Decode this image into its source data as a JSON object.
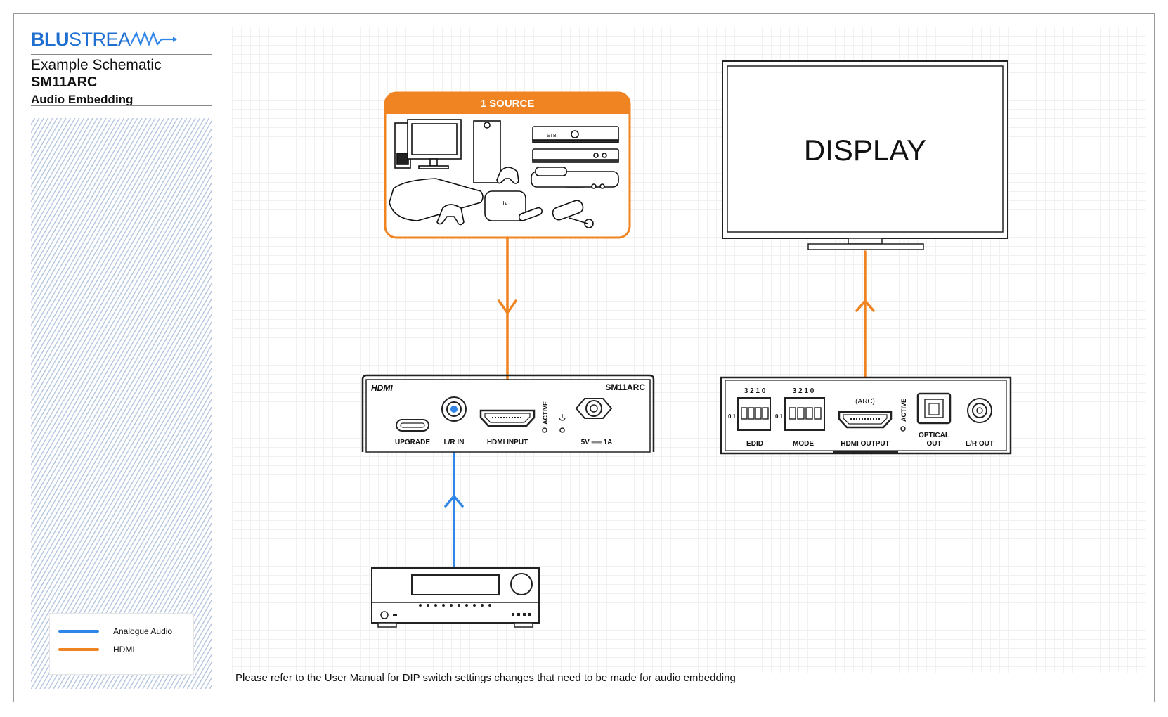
{
  "brand": {
    "logo_blu": "BLU",
    "logo_stream": "STREA"
  },
  "header": {
    "line1": "Example Schematic",
    "line2": "SM11ARC",
    "line3": "Audio Embedding"
  },
  "legend": {
    "items": [
      {
        "label": "Analogue Audio",
        "color": "#2f86e8"
      },
      {
        "label": "HDMI",
        "color": "#f08322"
      }
    ]
  },
  "source": {
    "title": "1 SOURCE",
    "accent": "#f08322"
  },
  "display": {
    "label": "DISPLAY"
  },
  "transmitter": {
    "logo": "HDMI",
    "model": "SM11ARC",
    "ports": {
      "upgrade": "UPGRADE",
      "lr_in": "L/R IN",
      "hdmi_input": "HDMI INPUT",
      "active": "ACTIVE",
      "power": "5V ══ 1A"
    }
  },
  "receiver": {
    "dip_numbers": "3 2 1 0",
    "dip_side": "0 1",
    "ports": {
      "edid": "EDID",
      "mode": "MODE",
      "arc": "(ARC)",
      "hdmi_output": "HDMI OUTPUT",
      "active": "ACTIVE",
      "optical_1": "OPTICAL",
      "optical_2": "OUT",
      "lr_out": "L/R OUT"
    }
  },
  "footer_note": "Please refer to the User Manual for DIP switch settings changes that need to be made for audio embedding"
}
